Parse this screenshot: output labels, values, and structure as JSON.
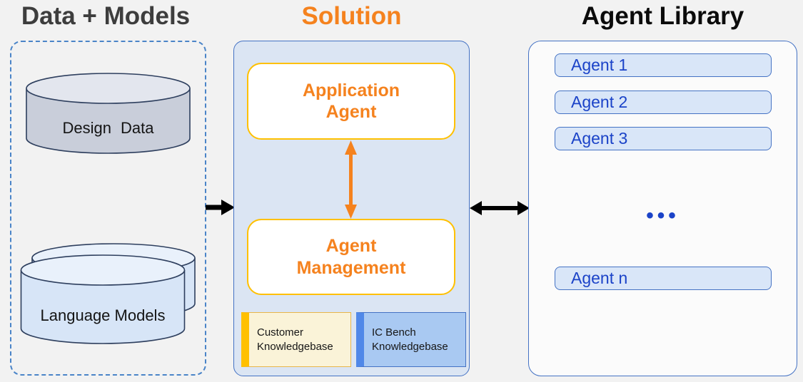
{
  "sections": {
    "data_models": {
      "title": "Data + Models",
      "design_data_label": "Design Data",
      "language_models_label": "Language Models"
    },
    "solution": {
      "title": "Solution",
      "application_agent_label": "Application Agent",
      "agent_management_label": "Agent Management",
      "customer_kb_label": "Customer Knowledgebase",
      "ic_bench_kb_label": "IC Bench Knowledgebase"
    },
    "agent_library": {
      "title": "Agent Library",
      "agents": [
        "Agent 1",
        "Agent 2",
        "Agent 3"
      ],
      "ellipsis": "•••",
      "agent_n": "Agent n"
    }
  },
  "icons": {
    "design_data": "database-cylinder-icon",
    "language_models": "stacked-database-cylinders-icon",
    "flow_right": "right-arrow-icon",
    "flow_bidirectional_h": "double-headed-horizontal-arrow-icon",
    "flow_bidirectional_v": "double-headed-vertical-arrow-icon"
  },
  "colors": {
    "background": "#F2F2F2",
    "title_gray": "#3D3D3D",
    "accent_orange": "#F5821E",
    "gold_border": "#FFC000",
    "blue_border": "#4472C4",
    "solution_fill": "#DBE5F3",
    "agent_pill_fill": "#D9E6F8",
    "agent_text_blue": "#1B43C8",
    "customer_kb_fill": "#FAF3D8",
    "customer_kb_accent": "#FFC000",
    "ic_bench_kb_fill": "#A9C9F2",
    "ic_bench_kb_accent": "#5088E8",
    "cylinder_gray_body": "#C9CEDA",
    "cylinder_gray_top": "#E3E6EE",
    "cylinder_blue_body": "#D7E5F7",
    "cylinder_blue_top": "#E9F1FB",
    "cylinder_stroke": "#2E3F5E",
    "arrow_black": "#000000"
  }
}
